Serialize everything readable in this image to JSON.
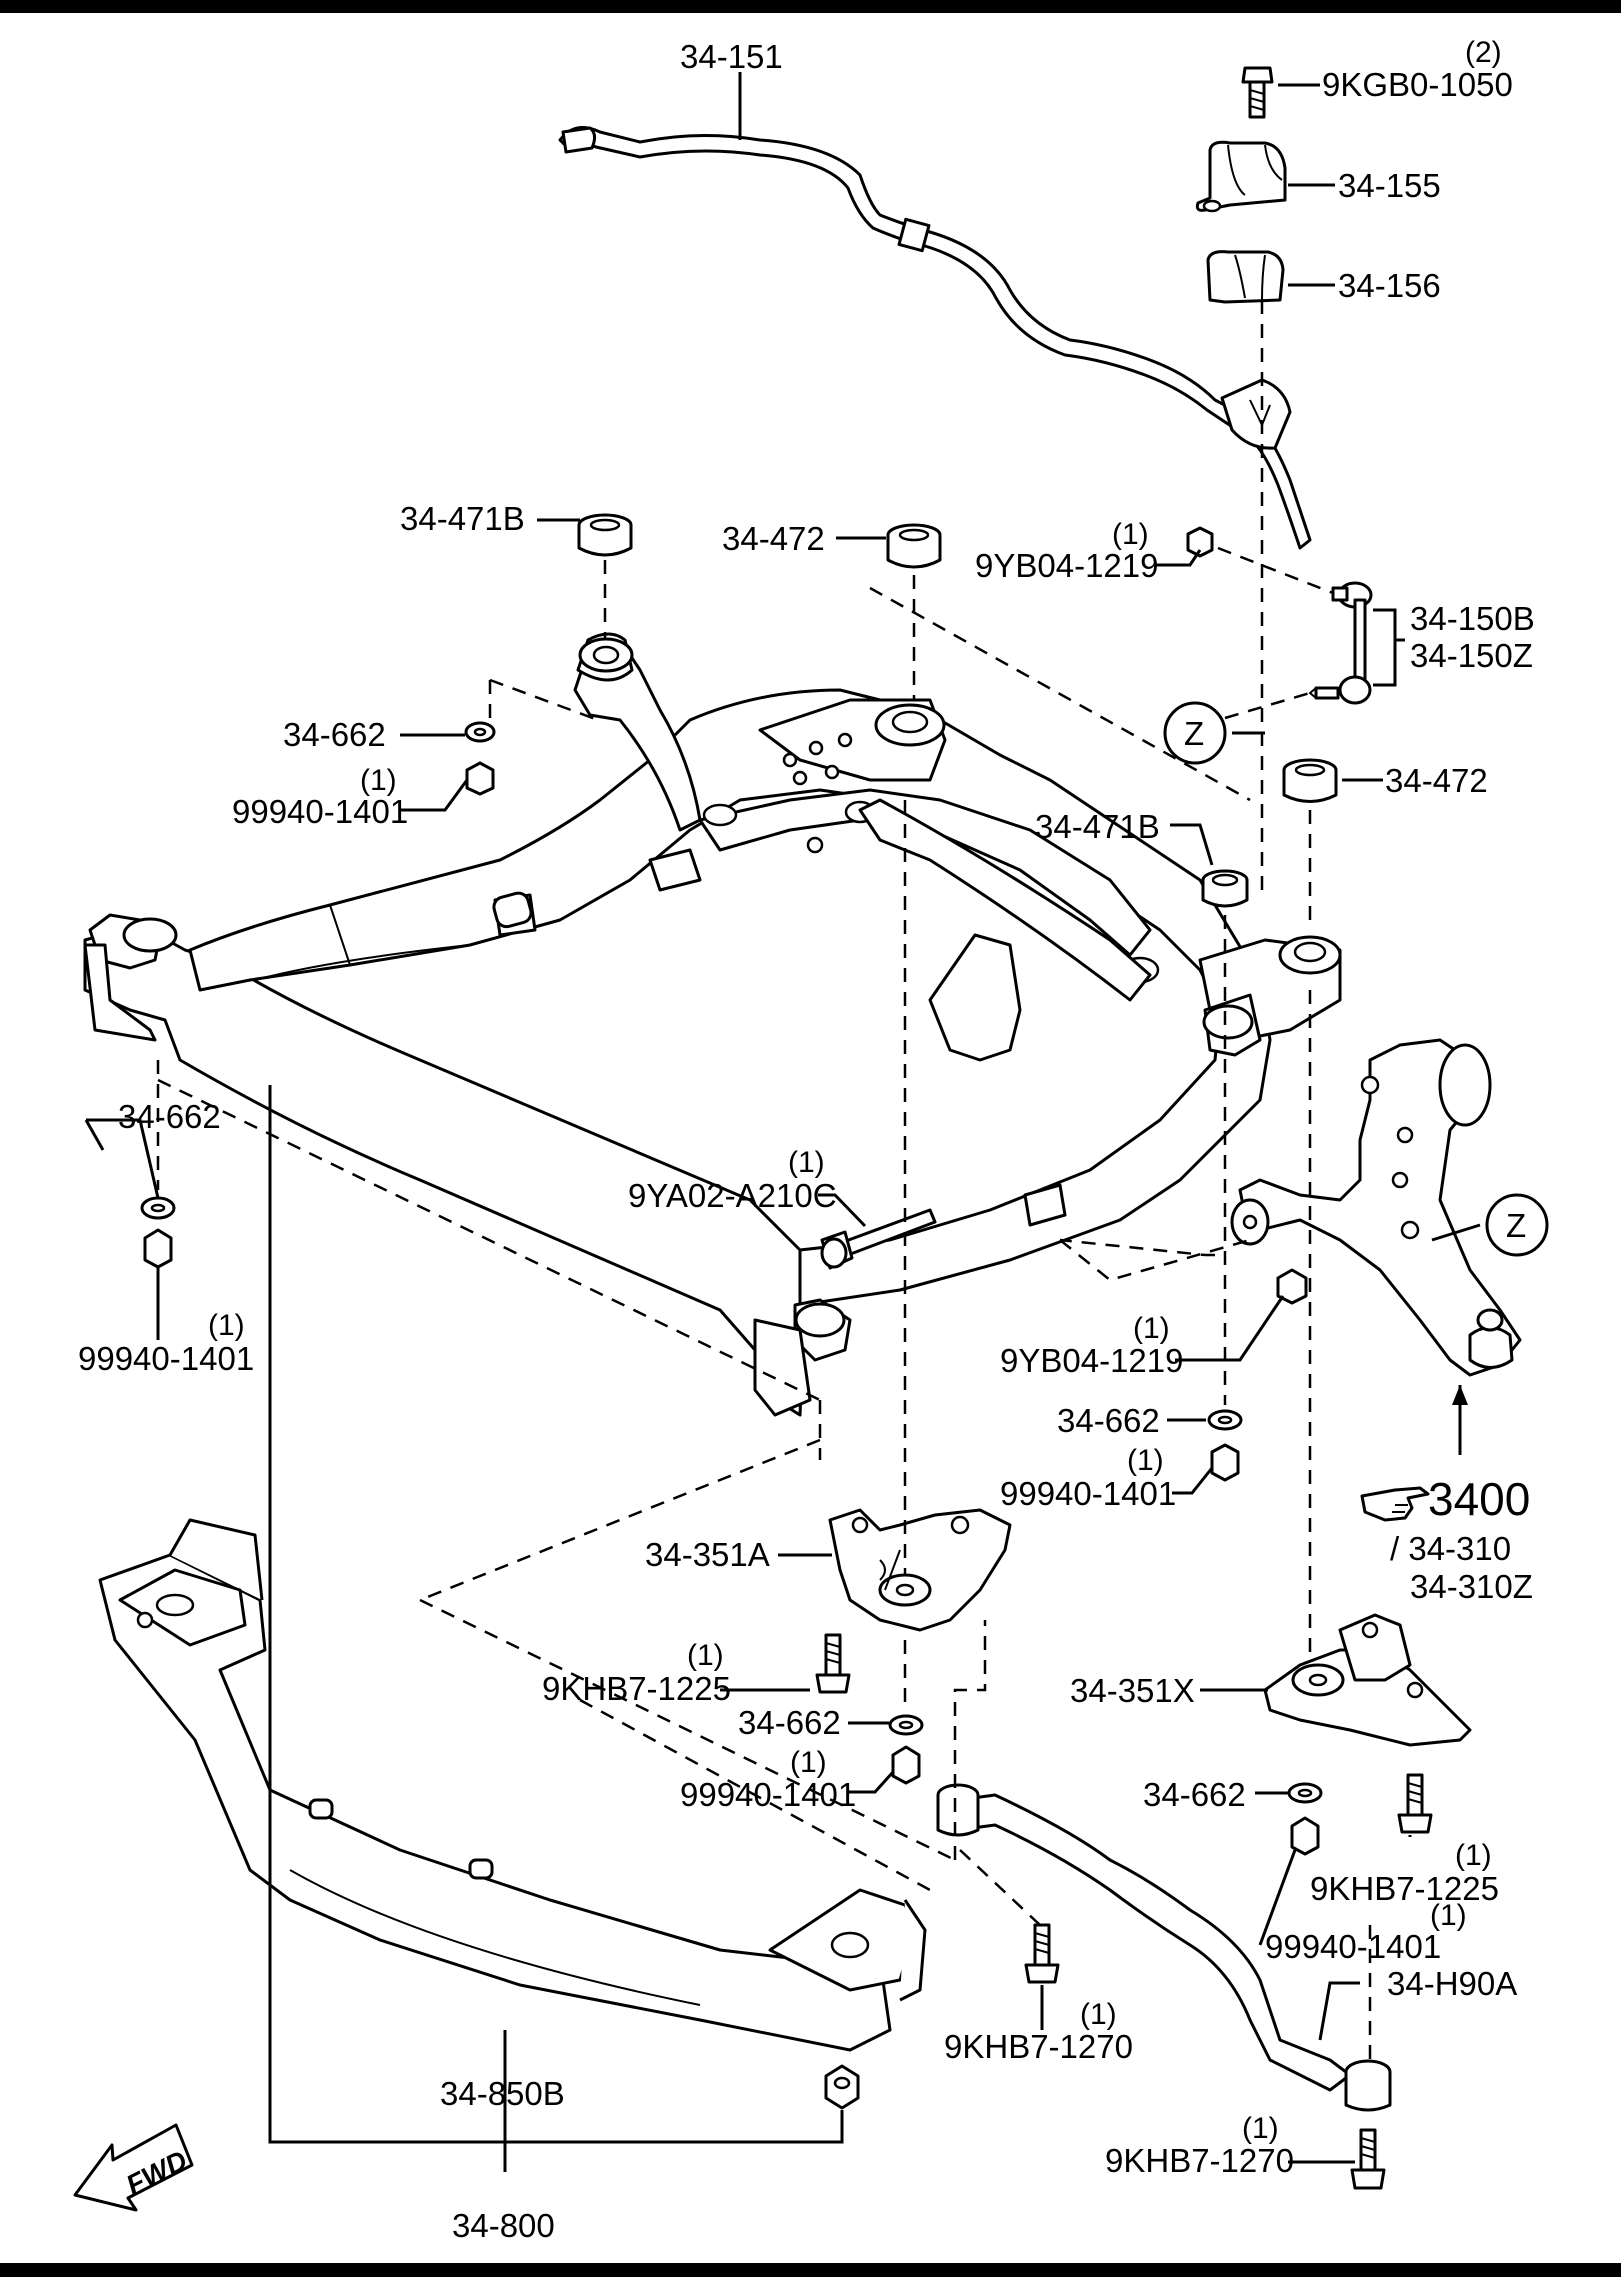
{
  "labels": {
    "stabilizer_bar": "34-151",
    "bolt_top": "9KGB0-1050",
    "bolt_top_qty": "(2)",
    "bracket": "34-155",
    "bushing": "34-156",
    "rubber_471b_left": "34-471B",
    "rubber_472_mid": "34-472",
    "nut_9yb04_top": "9YB04-1219",
    "nut_9yb04_top_qty": "(1)",
    "link_b": "34-150B",
    "link_z": "34-150Z",
    "ref_z_top": "Z",
    "washer_left_top": "34-662",
    "nut_left_top": "99940-1401",
    "nut_left_top_qty": "(1)",
    "rubber_472_right": "34-472",
    "rubber_471b_right": "34-471B",
    "washer_left_low": "34-662",
    "bolt_center": "9YA02-A210C",
    "bolt_center_qty": "(1)",
    "ref_z_mid": "Z",
    "nut_left_low": "99940-1401",
    "nut_left_low_qty": "(1)",
    "nut_9yb04_mid": "9YB04-1219",
    "nut_9yb04_mid_qty": "(1)",
    "washer_mid": "34-662",
    "nut_mid": "99940-1401",
    "nut_mid_qty": "(1)",
    "ref_section": "3400",
    "arm_left": "/ 34-310",
    "arm_right": "34-310Z",
    "bracket_351a": "34-351A",
    "bolt_9khb7_a": "9KHB7-1225",
    "bolt_9khb7_a_qty": "(1)",
    "bracket_351x": "34-351X",
    "washer_lower": "34-662",
    "nut_lower": "99940-1401",
    "nut_lower_qty": "(1)",
    "washer_right_low": "34-662",
    "bolt_9khb7_b": "9KHB7-1225",
    "bolt_9khb7_b_qty": "(1)",
    "nut_right_low": "99940-1401",
    "nut_right_low_qty": "(1)",
    "brace": "34-H90A",
    "bolt_9khb7_1270_a": "9KHB7-1270",
    "bolt_9khb7_1270_a_qty": "(1)",
    "member_bottom": "34-850B",
    "bolt_9khb7_1270_b": "9KHB7-1270",
    "bolt_9khb7_1270_b_qty": "(1)",
    "crossmember": "34-800",
    "fwd": "FWD"
  }
}
